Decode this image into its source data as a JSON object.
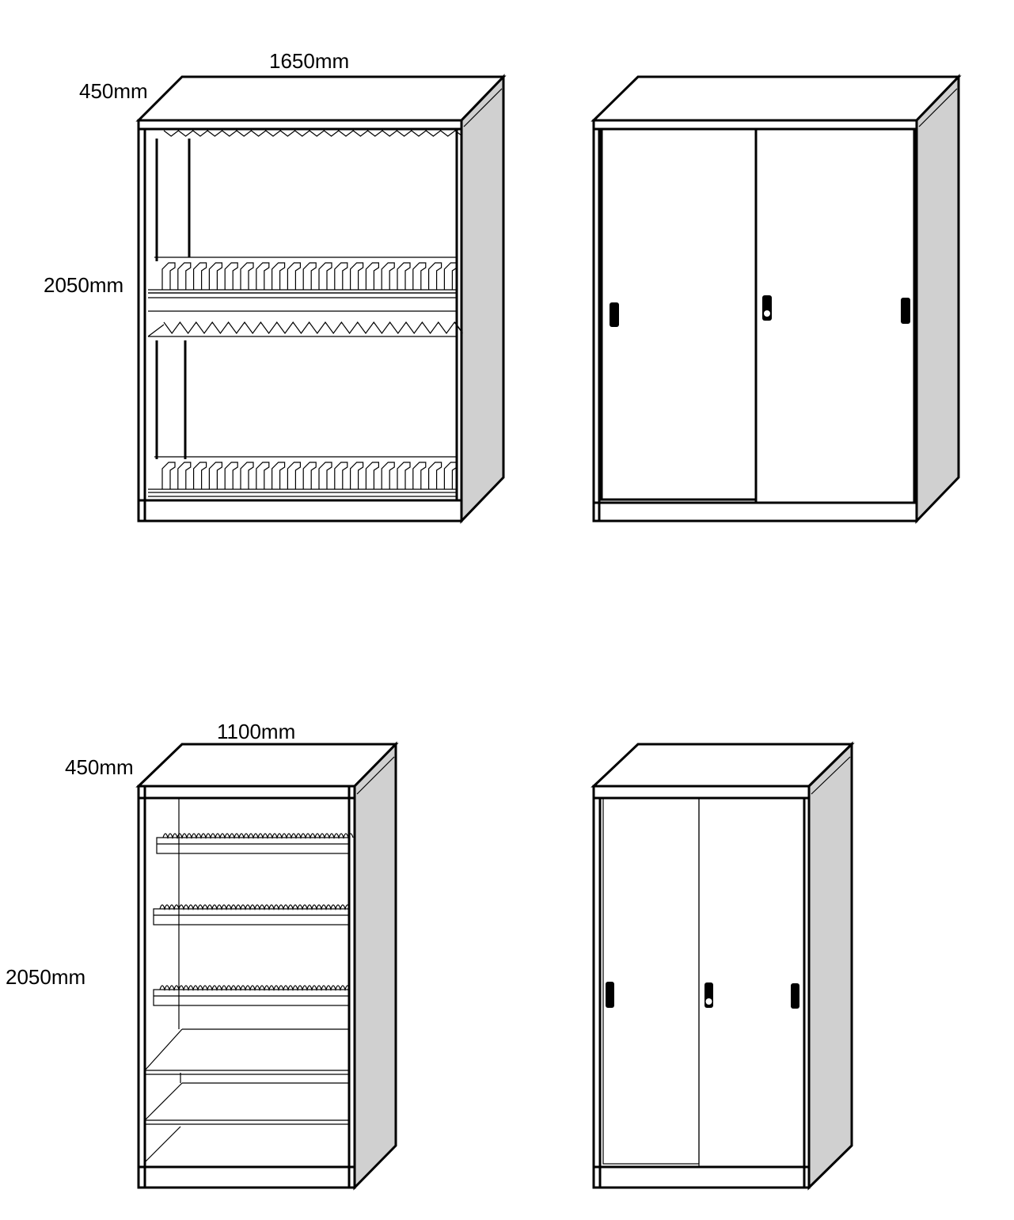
{
  "cabinets": [
    {
      "name": "open-cabinet-wide",
      "width_label": "1650mm",
      "depth_label": "450mm",
      "height_label": "2050mm"
    },
    {
      "name": "sliding-door-cabinet-wide"
    },
    {
      "name": "open-cabinet-narrow",
      "width_label": "1100mm",
      "depth_label": "450mm",
      "height_label": "2050mm"
    },
    {
      "name": "sliding-door-cabinet-narrow"
    }
  ],
  "colors": {
    "line": "#000000",
    "side_panel": "#d0d0d0",
    "background": "#ffffff"
  }
}
